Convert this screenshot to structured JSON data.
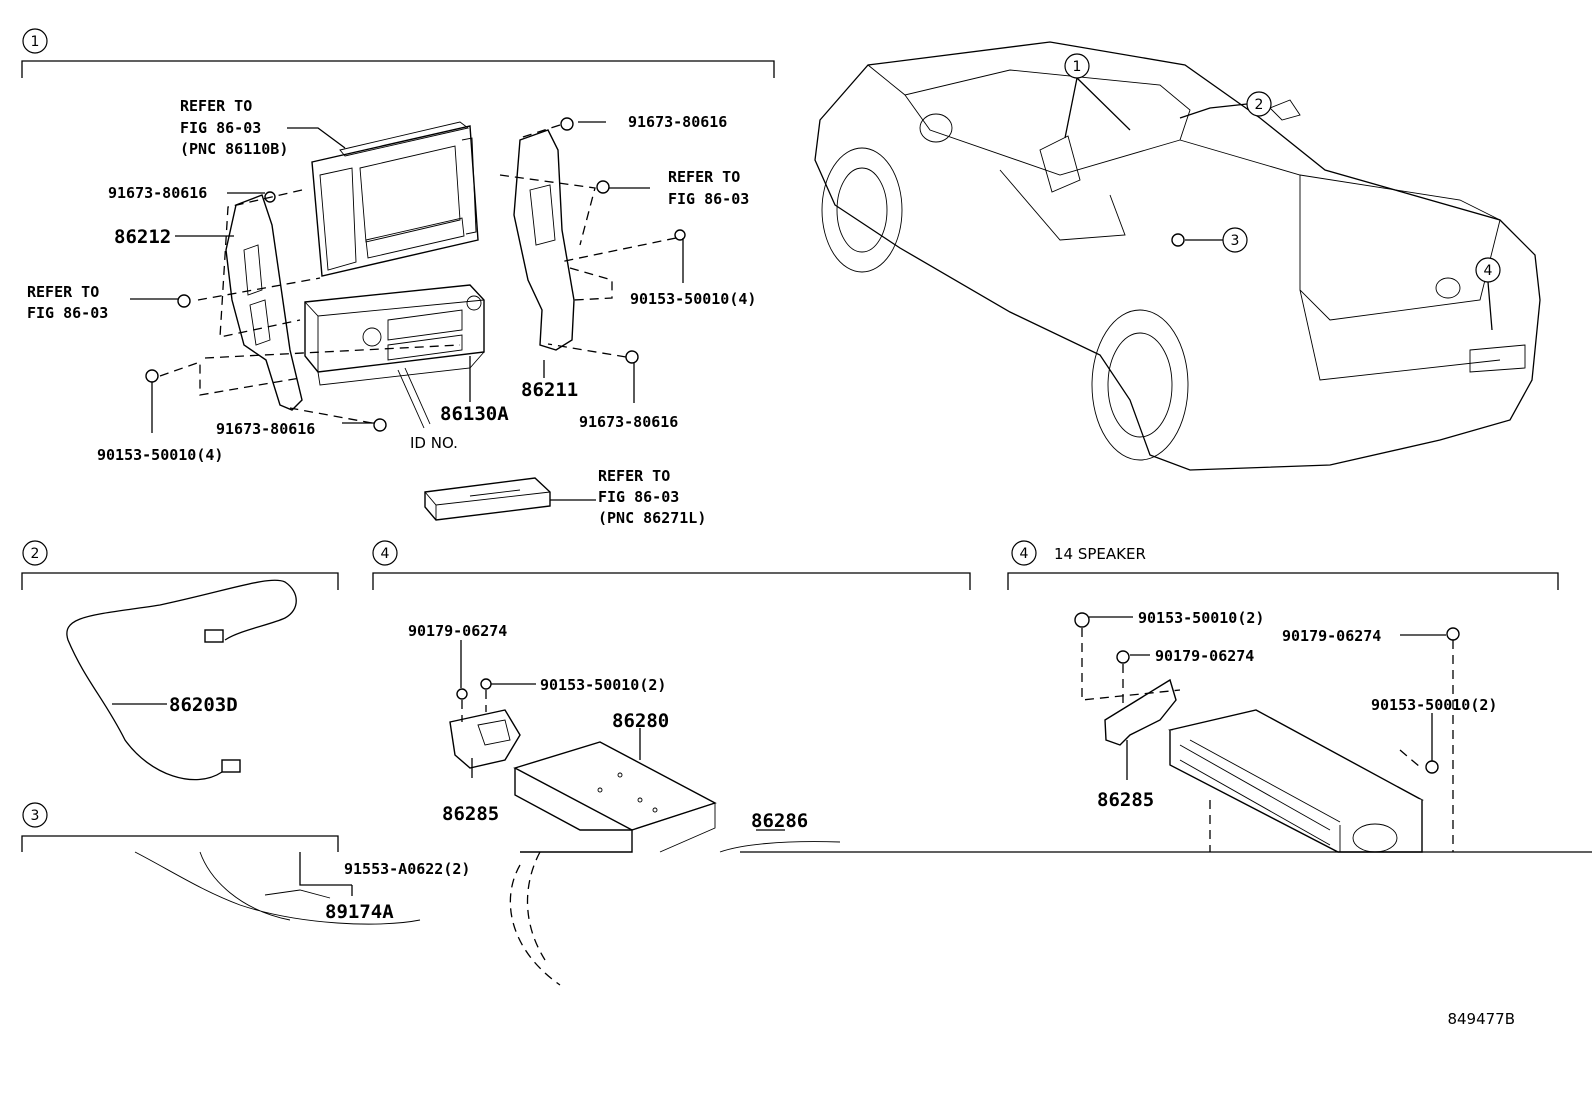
{
  "sections": [
    {
      "marker": "1",
      "title": ""
    },
    {
      "marker": "2",
      "title": ""
    },
    {
      "marker": "3",
      "title": ""
    },
    {
      "marker": "4",
      "title": ""
    },
    {
      "marker": "4",
      "title": "14 SPEAKER"
    }
  ],
  "car_callouts": [
    "1",
    "2",
    "3",
    "4"
  ],
  "section1": {
    "ref_display": [
      "REFER TO",
      "FIG 86-03",
      "(PNC 86110B)"
    ],
    "ref_right": [
      "REFER TO",
      "FIG 86-03"
    ],
    "ref_left": [
      "REFER TO",
      "FIG 86-03"
    ],
    "ref_module": [
      "REFER TO",
      "FIG 86-03",
      "(PNC 86271L)"
    ],
    "p_91673_top_right": "91673-80616",
    "p_91673_top_left": "91673-80616",
    "p_86212": "86212",
    "p_90153_right": "90153-50010(4)",
    "p_86211": "86211",
    "p_91673_right_lower": "91673-80616",
    "p_86130A": "86130A",
    "p_id_no": "ID NO.",
    "p_91673_bottom": "91673-80616",
    "p_90153_left": "90153-50010(4)"
  },
  "section2": {
    "p_86203D": "86203D"
  },
  "section3": {
    "p_91553": "91553-A0622(2)",
    "p_89174A": "89174A"
  },
  "section4": {
    "p_90179": "90179-06274",
    "p_90153": "90153-50010(2)",
    "p_86280": "86280",
    "p_86285": "86285",
    "p_86286": "86286"
  },
  "section4b": {
    "p_90153_top": "90153-50010(2)",
    "p_90179_right": "90179-06274",
    "p_90179_mid": "90179-06274",
    "p_90153_right": "90153-50010(2)",
    "p_86285": "86285"
  },
  "figure_id": "849477B"
}
